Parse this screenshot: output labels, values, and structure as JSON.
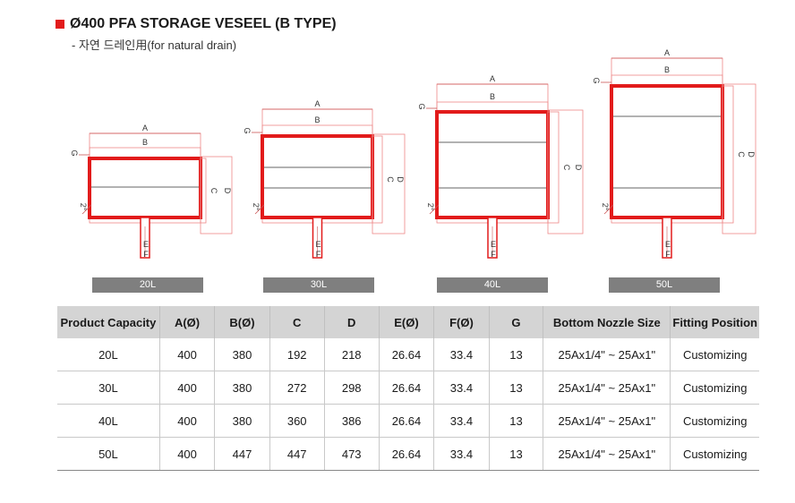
{
  "header": {
    "title": "Ø400 PFA STORAGE VESEEL (B TYPE)",
    "subtitle": "- 자연 드레인用(for natural drain)"
  },
  "diagram": {
    "dim_labels": {
      "a": "A",
      "b": "B",
      "c": "C",
      "d": "D",
      "e": "E",
      "f": "F",
      "g": "G",
      "angle": "2°"
    },
    "vessels": [
      {
        "capacity": "20L"
      },
      {
        "capacity": "30L"
      },
      {
        "capacity": "40L"
      },
      {
        "capacity": "50L"
      }
    ]
  },
  "table": {
    "headers": [
      "Product Capacity",
      "A(Ø)",
      "B(Ø)",
      "C",
      "D",
      "E(Ø)",
      "F(Ø)",
      "G",
      "Bottom Nozzle Size",
      "Fitting Position"
    ],
    "rows": [
      [
        "20L",
        "400",
        "380",
        "192",
        "218",
        "26.64",
        "33.4",
        "13",
        "25Ax1/4\" ~ 25Ax1\"",
        "Customizing"
      ],
      [
        "30L",
        "400",
        "380",
        "272",
        "298",
        "26.64",
        "33.4",
        "13",
        "25Ax1/4\" ~ 25Ax1\"",
        "Customizing"
      ],
      [
        "40L",
        "400",
        "380",
        "360",
        "386",
        "26.64",
        "33.4",
        "13",
        "25Ax1/4\" ~ 25Ax1\"",
        "Customizing"
      ],
      [
        "50L",
        "400",
        "447",
        "447",
        "473",
        "26.64",
        "33.4",
        "13",
        "25Ax1/4\" ~ 25Ax1\"",
        "Customizing"
      ]
    ]
  },
  "colors": {
    "accent": "#e21b1b",
    "label_bg": "#7f7f7f",
    "header_bg": "#d4d4d4"
  }
}
